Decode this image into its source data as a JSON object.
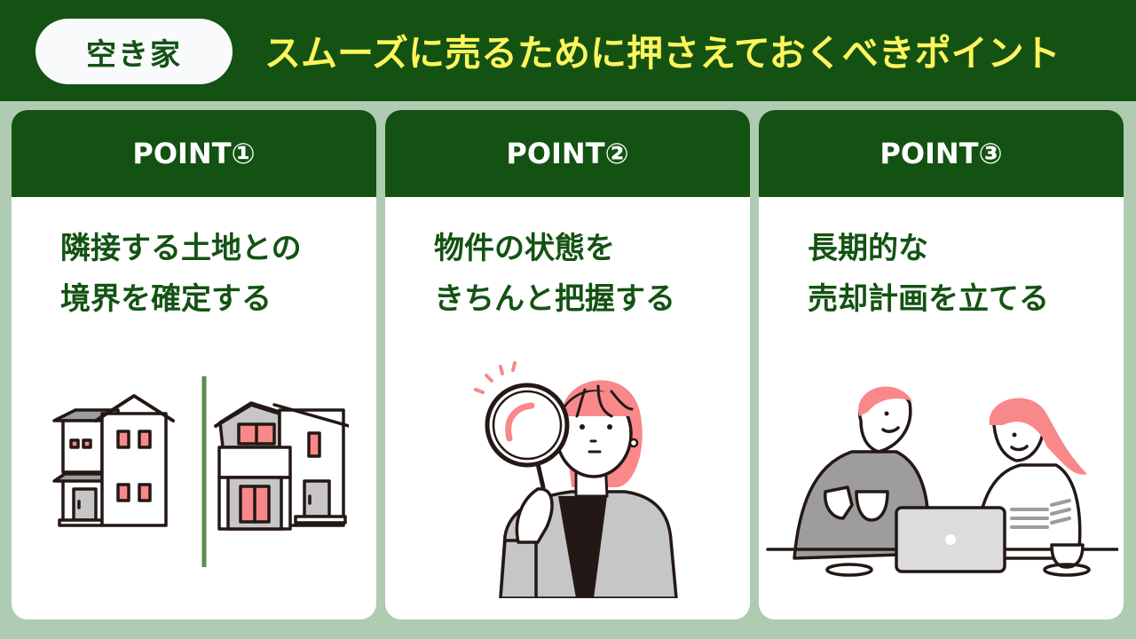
{
  "header": {
    "tag_label": "空き家",
    "headline": "スムーズに売るために押さえておくべきポイント"
  },
  "cards": [
    {
      "point_label": "POINT①",
      "title_lines": [
        "隣接する土地との",
        "境界を確定する"
      ],
      "illustration": "two-houses-with-boundary-line"
    },
    {
      "point_label": "POINT②",
      "title_lines": [
        "物件の状態を",
        "きちんと把握する"
      ],
      "illustration": "woman-holding-magnifying-glass"
    },
    {
      "point_label": "POINT③",
      "title_lines": [
        "長期的な",
        "売却計画を立てる"
      ],
      "illustration": "couple-planning-with-laptop-and-coffee"
    }
  ],
  "colors": {
    "header_bg": "#135213",
    "page_bg": "#afcbb1",
    "headline_text": "#fff45c",
    "accent_pink": "#f8888a",
    "gray_fill": "#c6c6c6",
    "outline": "#231815",
    "boundary_line": "#5a8f4f"
  }
}
